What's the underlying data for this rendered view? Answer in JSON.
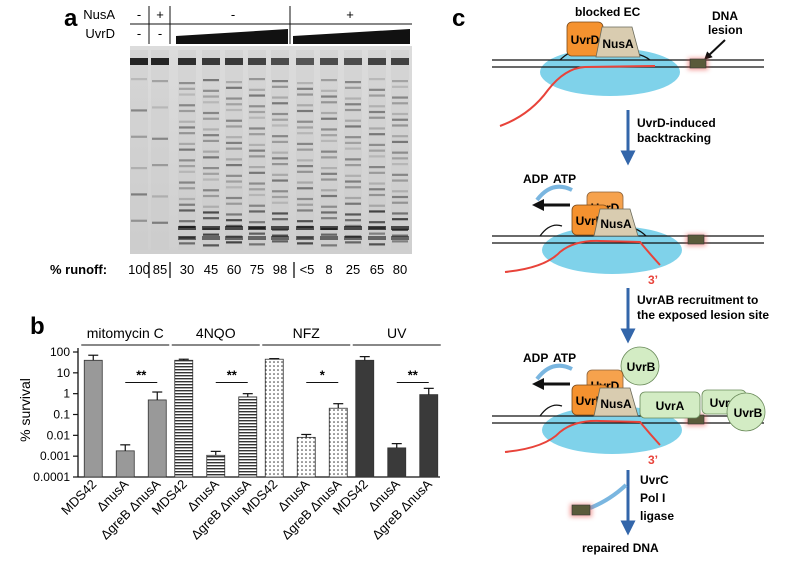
{
  "panel_a": {
    "letter": "a",
    "row_nusa_label": "NusA",
    "row_uvrd_label": "UvrD",
    "nusa_marks": [
      "-",
      "+",
      "-",
      "+"
    ],
    "uvrd_marks": [
      "-",
      "-"
    ],
    "runoff_label": "% runoff:",
    "runoff_values": [
      "100",
      "85",
      "30",
      "45",
      "60",
      "75",
      "98",
      "<5",
      "8",
      "25",
      "65",
      "80"
    ]
  },
  "panel_b": {
    "letter": "b",
    "group_labels": [
      "mitomycin C",
      "4NQO",
      "NFZ",
      "UV"
    ],
    "strain_labels": [
      "MDS42",
      "ΔnusA",
      "ΔgreB ΔnusA"
    ],
    "significance": [
      "**",
      "**",
      "*",
      "**"
    ]
  },
  "chart_data": {
    "type": "bar",
    "ylabel": "% survival",
    "yscale": "log",
    "ylim": [
      0.0001,
      100
    ],
    "yticks": [
      "100",
      "10",
      "1",
      "0.1",
      "0.01",
      "0.001",
      "0.0001"
    ],
    "categories": [
      "mitomycin C",
      "4NQO",
      "NFZ",
      "UV"
    ],
    "series": [
      {
        "name": "MDS42",
        "values": [
          40,
          40,
          45,
          40
        ],
        "errors": [
          70,
          45,
          48,
          60
        ]
      },
      {
        "name": "ΔnusA",
        "values": [
          0.0018,
          0.0011,
          0.008,
          0.0025
        ],
        "errors": [
          0.0035,
          0.0017,
          0.011,
          0.004
        ]
      },
      {
        "name": "ΔgreB ΔnusA",
        "values": [
          0.5,
          0.7,
          0.2,
          0.9
        ],
        "errors": [
          1.2,
          1.0,
          0.33,
          1.8
        ]
      }
    ],
    "fills": [
      "#999999",
      "stripes",
      "dots",
      "#3a3a3a"
    ]
  },
  "panel_c": {
    "letter": "c",
    "blocked_ec": "blocked EC",
    "dna_lesion_1": "DNA",
    "dna_lesion_2": "lesion",
    "step1_1": "UvrD-induced",
    "step1_2": "backtracking",
    "step2_1": "UvrAB recruitment to",
    "step2_2": "the exposed lesion site",
    "step3_1": "UvrC",
    "step3_2": "Pol I",
    "step3_3": "ligase",
    "repaired": "repaired DNA",
    "uvrd": "UvrD",
    "nusa": "NusA",
    "uvrb": "UvrB",
    "uvra": "UvrA",
    "adp": "ADP",
    "atp": "ATP",
    "three_prime": "3’",
    "colors": {
      "uvrd": "#f5922f",
      "nusa": "#d9ccb0",
      "polymerase": "#7fd2ea",
      "uvrab": "#d3ecc4",
      "rna": "#e8433a",
      "arrow": "#3366aa"
    }
  }
}
